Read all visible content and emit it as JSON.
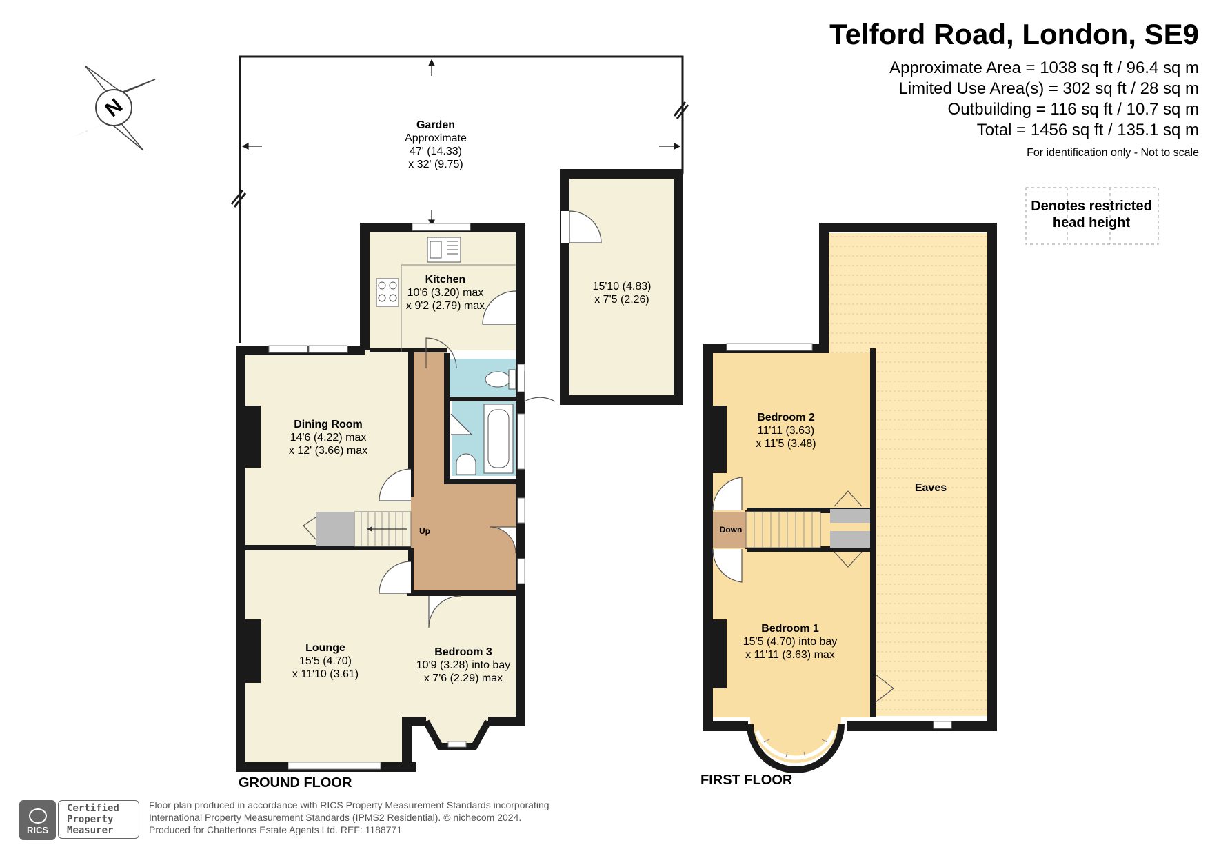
{
  "header": {
    "title": "Telford Road, London, SE9",
    "areas": [
      "Approximate Area = 1038 sq ft / 96.4 sq m",
      "Limited Use Area(s) = 302 sq ft / 28 sq m",
      "Outbuilding = 116 sq ft / 10.7 sq m",
      "Total = 1456 sq ft / 135.1 sq m"
    ],
    "note": "For identification only - Not to scale"
  },
  "legend": {
    "line1": "Denotes restricted",
    "line2": "head height"
  },
  "compass": {
    "letter": "N"
  },
  "ground_floor": {
    "label": "GROUND FLOOR",
    "garden": {
      "name": "Garden",
      "line1": "Approximate",
      "line2": "47' (14.33)",
      "line3": "x 32' (9.75)"
    },
    "outbuilding": {
      "line1": "15'10 (4.83)",
      "line2": "x 7'5 (2.26)"
    },
    "kitchen": {
      "name": "Kitchen",
      "line1": "10'6 (3.20) max",
      "line2": "x 9'2 (2.79) max"
    },
    "dining": {
      "name": "Dining Room",
      "line1": "14'6 (4.22) max",
      "line2": "x 12' (3.66) max"
    },
    "lounge": {
      "name": "Lounge",
      "line1": "15'5 (4.70)",
      "line2": "x 11'10 (3.61)"
    },
    "bedroom3": {
      "name": "Bedroom 3",
      "line1": "10'9 (3.28) into bay",
      "line2": "x 7'6 (2.29) max"
    },
    "stairs_label": "Up"
  },
  "first_floor": {
    "label": "FIRST FLOOR",
    "bedroom2": {
      "name": "Bedroom 2",
      "line1": "11'11 (3.63)",
      "line2": "x 11'5 (3.48)"
    },
    "bedroom1": {
      "name": "Bedroom 1",
      "line1": "15'5 (4.70) into bay",
      "line2": "x 11'11 (3.63) max"
    },
    "eaves": {
      "name": "Eaves"
    },
    "stairs_label": "Down"
  },
  "footer": {
    "line1": "Floor plan produced in accordance with RICS Property Measurement Standards incorporating",
    "line2": "International Property Measurement Standards (IPMS2 Residential).   © nichecom 2024.",
    "line3": "Produced for Chattertons Estate Agents Ltd.   REF:  1188771"
  },
  "badge": {
    "logo": "RICS",
    "cert1": "Certified",
    "cert2": "Property",
    "cert3": "Measurer"
  },
  "colors": {
    "wall": "#1a1a1a",
    "room_cream": "#f4f0da",
    "hall": "#d2aa84",
    "bathroom": "#b4dde3",
    "first_floor_room": "#fadfa4",
    "eaves": "#fde8b8",
    "stairs_grey": "#bbbbbb"
  }
}
